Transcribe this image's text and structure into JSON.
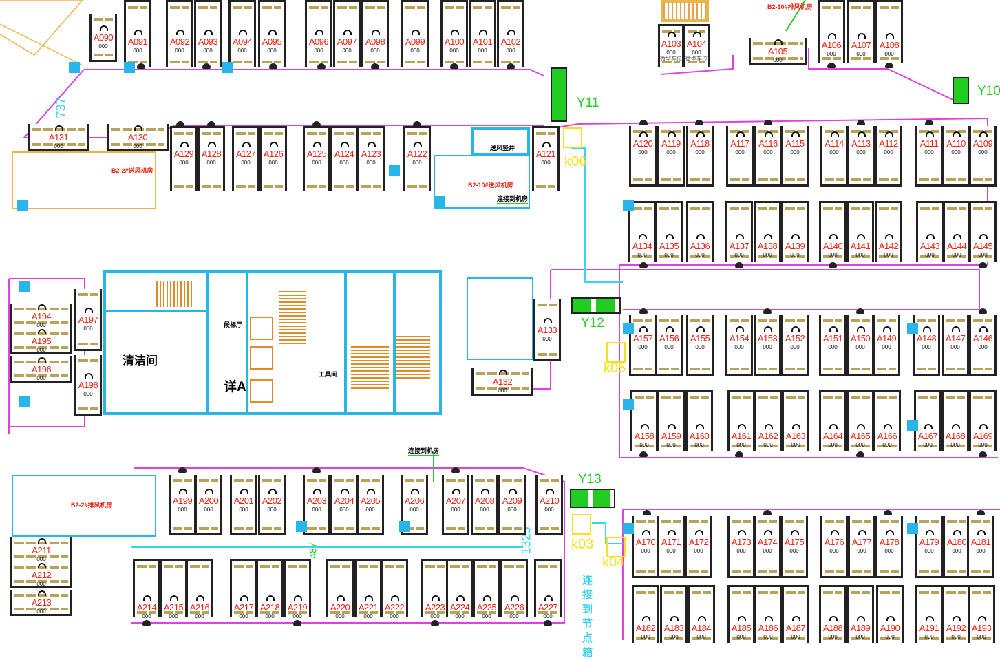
{
  "rows": {
    "top": [
      "A091",
      "A092",
      "A093",
      "A094",
      "A095",
      "A096",
      "A097",
      "A098",
      "A099",
      "A100",
      "A101",
      "A102"
    ],
    "top_right": [
      "A103",
      "A104"
    ],
    "top_far_right": [
      "A106",
      "A107",
      "A108"
    ],
    "row2": [
      "A129",
      "A128",
      "A127",
      "A126",
      "A125",
      "A124",
      "A123",
      "A122",
      "A121"
    ],
    "r1": [
      "A120",
      "A119",
      "A118",
      "A117",
      "A116",
      "A115",
      "A114",
      "A113",
      "A112",
      "A111",
      "A110",
      "A109"
    ],
    "r2": [
      "A134",
      "A135",
      "A136",
      "A137",
      "A138",
      "A139",
      "A140",
      "A141",
      "A142",
      "A143",
      "A144",
      "A145"
    ],
    "r3": [
      "A157",
      "A156",
      "A155",
      "A154",
      "A153",
      "A152",
      "A151",
      "A150",
      "A149",
      "A148",
      "A147",
      "A146"
    ],
    "r4": [
      "A158",
      "A159",
      "A160",
      "A161",
      "A162",
      "A163",
      "A164",
      "A165",
      "A166",
      "A167",
      "A168",
      "A169"
    ],
    "r5": [
      "A170",
      "A171",
      "A172",
      "A173",
      "A174",
      "A175",
      "A176",
      "A177",
      "A178",
      "A179",
      "A180",
      "A181"
    ],
    "r6": [
      "A182",
      "A183",
      "A184",
      "A185",
      "A186",
      "A187",
      "A188",
      "A189",
      "A190",
      "A191",
      "A192",
      "A193"
    ],
    "lower": [
      "A199",
      "A200",
      "A201",
      "A202",
      "A203",
      "A204",
      "A205",
      "A206",
      "A207",
      "A208",
      "A209",
      "A210"
    ],
    "bottom": [
      "A214",
      "A215",
      "A216",
      "A217",
      "A218",
      "A219",
      "A220",
      "A221",
      "A222",
      "A223",
      "A224",
      "A225",
      "A226",
      "A227"
    ],
    "singles": [
      "A090",
      "A105",
      "A131",
      "A130",
      "A194",
      "A195",
      "A196",
      "A197",
      "A198",
      "A133",
      "A132",
      "A211",
      "A212",
      "A213"
    ]
  },
  "stall_number": "000",
  "micro_stall_note": "微型车位",
  "rooms": {
    "cleaning": "清洁间",
    "elevator_lobby": "候梯厅",
    "detail_a": "详A",
    "tool_room": "工具间",
    "supply_fan_2": "B2-2#送风机房",
    "supply_fan_10": "B2-10#送风机房",
    "supply_shaft": "送风竖井",
    "exhaust_fan_2": "B2-2#排风机房",
    "exhaust_fan_10": "B2-10#排风机房",
    "connect_room_1": "连接到机房",
    "connect_room_2": "连接到机房",
    "connect_node": "连接到节点箱"
  },
  "markers": {
    "y10": "Y10",
    "y11": "Y11",
    "y12": "Y12",
    "y13": "Y13",
    "k03": "k03",
    "k04": "k04",
    "k05": "k05",
    "k06": "k06",
    "dim_737": "737",
    "dim_1325": "1325",
    "dim_487": "487"
  },
  "colors": {
    "stall_label": "#e21",
    "wall": "#27b5ea",
    "cable": "#e040e0",
    "marker": "#2c2",
    "node": "#f4e21a"
  }
}
